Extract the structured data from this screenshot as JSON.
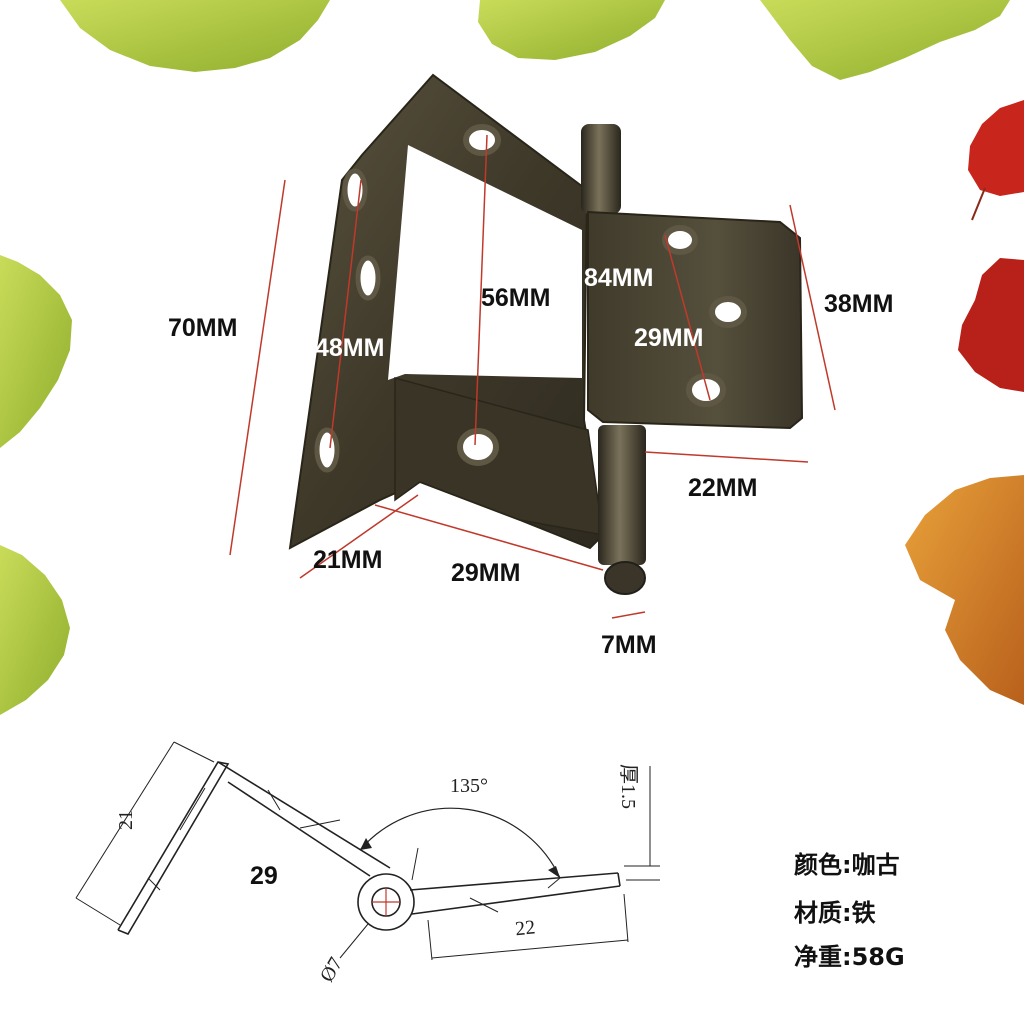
{
  "product_photo": {
    "dimensions": {
      "overall_height": "70MM",
      "hole_span_inner": "48MM",
      "hole_span_left_leaf": "56MM",
      "total_width": "84MM",
      "hole_span_right_leaf": "29MM",
      "right_leaf_height": "38MM",
      "right_leaf_width": "22MM",
      "return_depth": "21MM",
      "left_leaf_width": "29MM",
      "pin_diameter": "7MM"
    }
  },
  "technical_drawing": {
    "angle": "135°",
    "return_length": "21",
    "left_leaf_length": "29",
    "right_leaf_length": "22",
    "pin_diameter": "Ø7",
    "thickness": "厚1.5"
  },
  "specs": [
    {
      "label": "颜色:",
      "value": "咖古"
    },
    {
      "label": "材质:",
      "value": "铁"
    },
    {
      "label": "净重:",
      "value": "58G"
    }
  ],
  "colors": {
    "metal_dark": "#3b3528",
    "metal_mid": "#4f4836",
    "dimension_line": "#c0392b",
    "leaf_green": "#a8c43a",
    "leaf_red": "#c8261c",
    "leaf_orange": "#d9862a"
  }
}
